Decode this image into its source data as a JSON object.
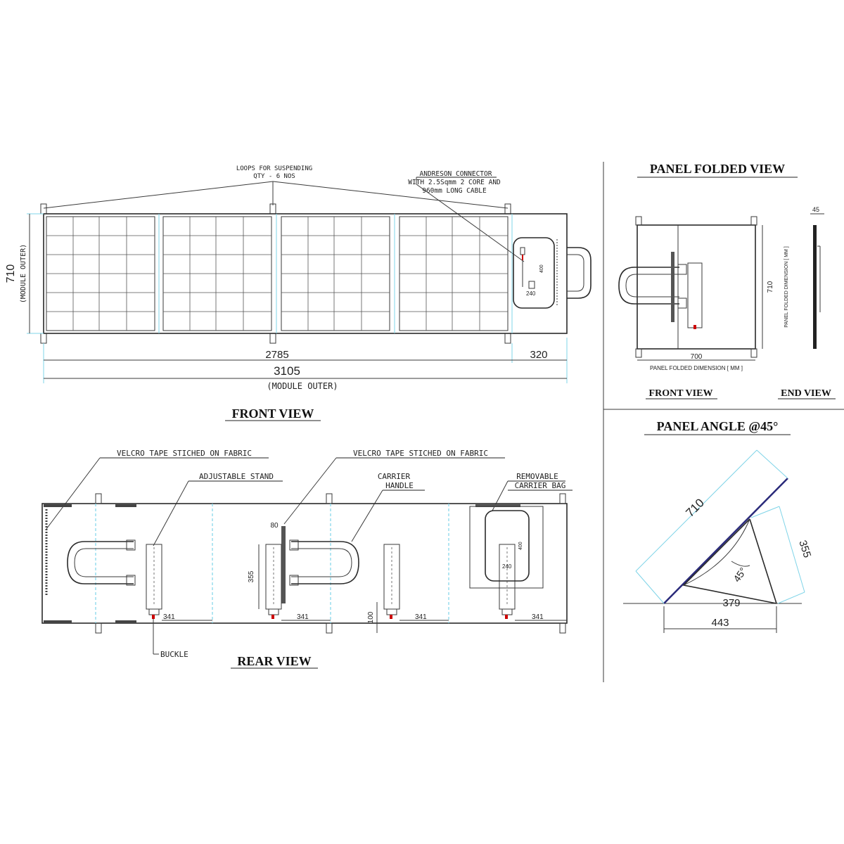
{
  "front_view": {
    "title": "FRONT VIEW",
    "loops_note_line1": "LOOPS FOR SUSPENDING",
    "loops_note_line2": "QTY - 6 NOS",
    "connector_note_line1": "ANDRESON CONNECTOR",
    "connector_note_line2": "WITH 2.5Sqmm 2 CORE AND",
    "connector_note_line3": "960mm LONG CABLE",
    "height_dim": "710",
    "height_dim_sub": "(MODULE OUTER)",
    "width_panels_dim": "2785",
    "width_pocket_dim": "320",
    "width_total_dim": "3105",
    "width_total_sub": "(MODULE OUTER)",
    "pocket_dim_h": "400",
    "pocket_dim_w": "240"
  },
  "rear_view": {
    "title": "REAR VIEW",
    "velcro_note_1": "VELCRO TAPE STICHED ON FABRIC",
    "velcro_note_2": "VELCRO TAPE STICHED ON FABRIC",
    "stand_note": "ADJUSTABLE STAND",
    "handle_note_line1": "CARRIER",
    "handle_note_line2": "HANDLE",
    "bag_note_line1": "REMOVABLE",
    "bag_note_line2": "CARRIER BAG",
    "buckle_note": "BUCKLE",
    "dim_80": "80",
    "dim_355": "355",
    "dim_100": "100",
    "dim_341_a": "341",
    "dim_341_b": "341",
    "dim_341_c": "341",
    "dim_341_d": "341",
    "bag_dim_h": "400",
    "bag_dim_w": "240"
  },
  "panel_folded_view": {
    "title": "PANEL FOLDED VIEW",
    "front_label": "FRONT VIEW",
    "end_label": "END VIEW",
    "dim_710": "710",
    "dim_700": "700",
    "dim_45": "45",
    "folded_dim_label_h": "PANEL FOLDED DIMENSION [ MM ]",
    "folded_dim_label_v": "PANEL FOLDED DIMENSION [ MM ]"
  },
  "panel_angle": {
    "title": "PANEL ANGLE @45°",
    "dim_710": "710",
    "dim_355": "355",
    "dim_45": "45°",
    "dim_379": "379",
    "dim_443": "443"
  }
}
